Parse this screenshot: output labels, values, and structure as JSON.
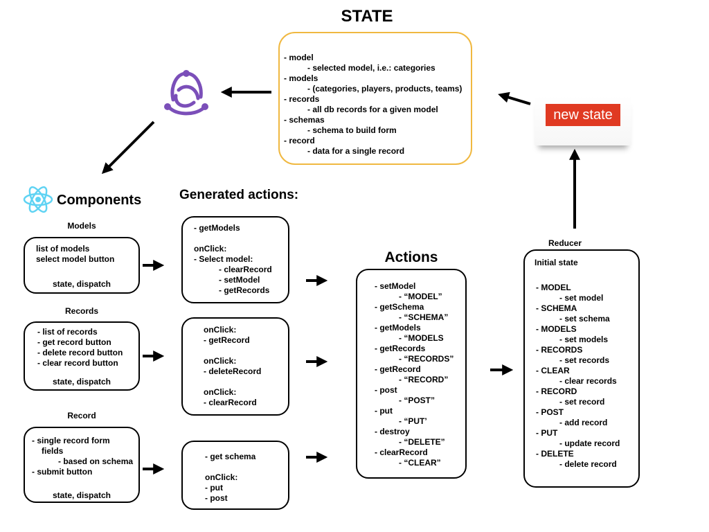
{
  "state": {
    "title": "STATE",
    "lines": [
      "- model",
      "- selected model, i.e.: categories",
      "- models",
      "- (categories, players, products, teams)",
      "- records",
      "- all db records for a given model",
      "- schemas",
      "- schema to build form",
      "- record",
      "- data for a single record"
    ]
  },
  "new_state": {
    "label": "new state"
  },
  "components": {
    "title": "Components",
    "models": {
      "caption": "Models",
      "lines": [
        "list of models",
        "select model button"
      ],
      "footer": "state, dispatch"
    },
    "records": {
      "caption": "Records",
      "lines": [
        "- list of records",
        "- get record button",
        "- delete record button",
        "- clear record button"
      ],
      "footer": "state, dispatch"
    },
    "record": {
      "caption": "Record",
      "lines": [
        "- single record form",
        "fields",
        "- based on schema",
        "- submit button"
      ],
      "footer": "state, dispatch"
    }
  },
  "generated_actions": {
    "title": "Generated actions:",
    "models_box": [
      "- getModels",
      "onClick:",
      "- Select model:",
      "- clearRecord",
      "- setModel",
      "- getRecords"
    ],
    "records_box": [
      "onClick:",
      "- getRecord",
      "onClick:",
      "- deleteRecord",
      "onClick:",
      "- clearRecord"
    ],
    "record_box": [
      "- get schema",
      "onClick:",
      "- put",
      "- post"
    ]
  },
  "actions": {
    "title": "Actions",
    "lines": [
      "- setModel",
      "- “MODEL”",
      "- getSchema",
      "- “SCHEMA”",
      "- getModels",
      "- “MODELS",
      "- getRecords",
      "- “RECORDS”",
      "- getRecord",
      "- “RECORD”",
      "- post",
      "- “POST”",
      "- put",
      "- “PUT’",
      "- destroy",
      "- “DELETE”",
      "- clearRecord",
      "- “CLEAR”"
    ]
  },
  "reducer": {
    "caption": "Reducer",
    "header": "Initial state",
    "lines": [
      "- MODEL",
      "- set model",
      "- SCHEMA",
      "- set schema",
      "- MODELS",
      "- set models",
      "- RECORDS",
      "- set records",
      "- CLEAR",
      "- clear records",
      "- RECORD",
      "- set record",
      "- POST",
      "- add record",
      "- PUT",
      "- update record",
      "- DELETE",
      "- delete record"
    ]
  },
  "icons": {
    "redux": "redux-logo-icon",
    "react": "react-logo-icon",
    "redux_color": "#7b4fb9",
    "react_color": "#5fd3f3",
    "state_border": "#f0b840",
    "new_state_bg": "#e03a22"
  }
}
